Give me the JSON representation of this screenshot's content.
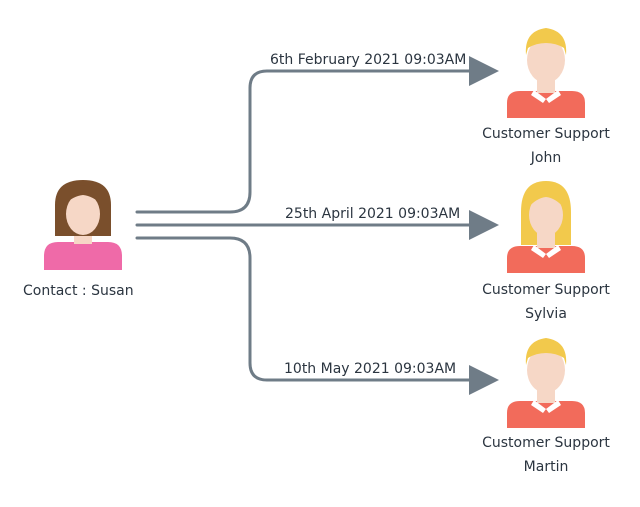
{
  "contact": {
    "label": "Contact : Susan"
  },
  "agents": [
    {
      "role": "Customer Support",
      "name": "John",
      "hair": "blond-short",
      "timestamp": "6th February 2021 09:03AM"
    },
    {
      "role": "Customer Support",
      "name": "Sylvia",
      "hair": "blond-long",
      "timestamp": "25th April 2021 09:03AM"
    },
    {
      "role": "Customer Support",
      "name": "Martin",
      "hair": "blond-short",
      "timestamp": "10th May 2021 09:03AM"
    }
  ],
  "colors": {
    "connector": "#6f7c87",
    "text": "#2b3540",
    "skin": "#f6d7c6",
    "contact_hair": "#7a4f2c",
    "contact_shirt": "#ef6aa8",
    "agent_hair": "#f2c94c",
    "agent_shirt": "#f26b5b",
    "collar": "#ffffff"
  }
}
